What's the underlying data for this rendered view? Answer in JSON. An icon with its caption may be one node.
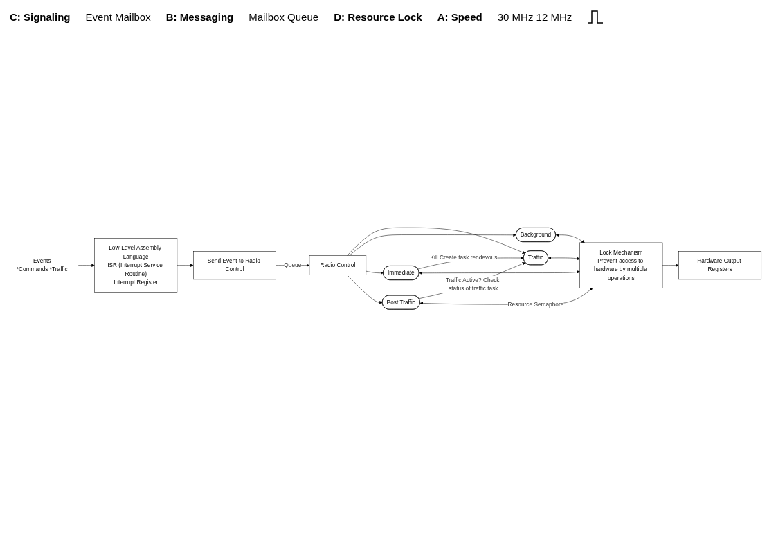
{
  "diagram": {
    "nodes": [
      {
        "text": [
          "Events",
          "*Commands *Traffic"
        ]
      },
      {
        "text": [
          "Low-Level Assembly Language",
          "ISR (Interrupt Service Routine)",
          "Interrupt Register"
        ]
      },
      {
        "text": [
          "Send Event to Radio Control"
        ]
      },
      {
        "text": [
          "Radio Control"
        ]
      },
      {
        "text": [
          "Traffic"
        ]
      },
      {
        "text": [
          "Background"
        ]
      },
      {
        "text": [
          "Immediate"
        ]
      },
      {
        "text": [
          "Post Traffic"
        ]
      },
      {
        "text": [
          "Lock Mechanism",
          "Prevent access to hardware by multiple operations"
        ]
      },
      {
        "text": [
          "Hardware Output Registers"
        ]
      }
    ],
    "edges": [
      {
        "from": 0,
        "to": 1,
        "arrow": "to"
      },
      {
        "from": 1,
        "to": 2,
        "arrow": "to"
      },
      {
        "from": 2,
        "to": 3,
        "arrow": "to",
        "label": "Queue"
      },
      {
        "from": 3,
        "to": 4,
        "arrow": "to"
      },
      {
        "from": 3,
        "to": 5,
        "arrow": "to"
      },
      {
        "from": 3,
        "to": 6,
        "arrow": "to"
      },
      {
        "from": 3,
        "to": 7,
        "arrow": "to"
      },
      {
        "from": 6,
        "to": 4,
        "arrow": "to",
        "label": "Kill Create task rendevous"
      },
      {
        "from": 7,
        "to": 4,
        "arrow": "to",
        "label": "Traffic Active? Check status of traffic task"
      },
      {
        "from": 4,
        "to": 8,
        "arrow": "both"
      },
      {
        "from": 5,
        "to": 8,
        "arrow": "both"
      },
      {
        "from": 6,
        "to": 8,
        "arrow": "both"
      },
      {
        "from": 7,
        "to": 8,
        "arrow": "both",
        "label": "Resource Semaphore"
      },
      {
        "from": 8,
        "to": 9,
        "arrow": "to"
      }
    ],
    "labels": [
      "C: Signaling",
      "Event Mailbox",
      "B: Messaging",
      "Mailbox Queue",
      "D: Resource Lock",
      "A: Speed",
      "30 MHz 12 MHz"
    ]
  }
}
